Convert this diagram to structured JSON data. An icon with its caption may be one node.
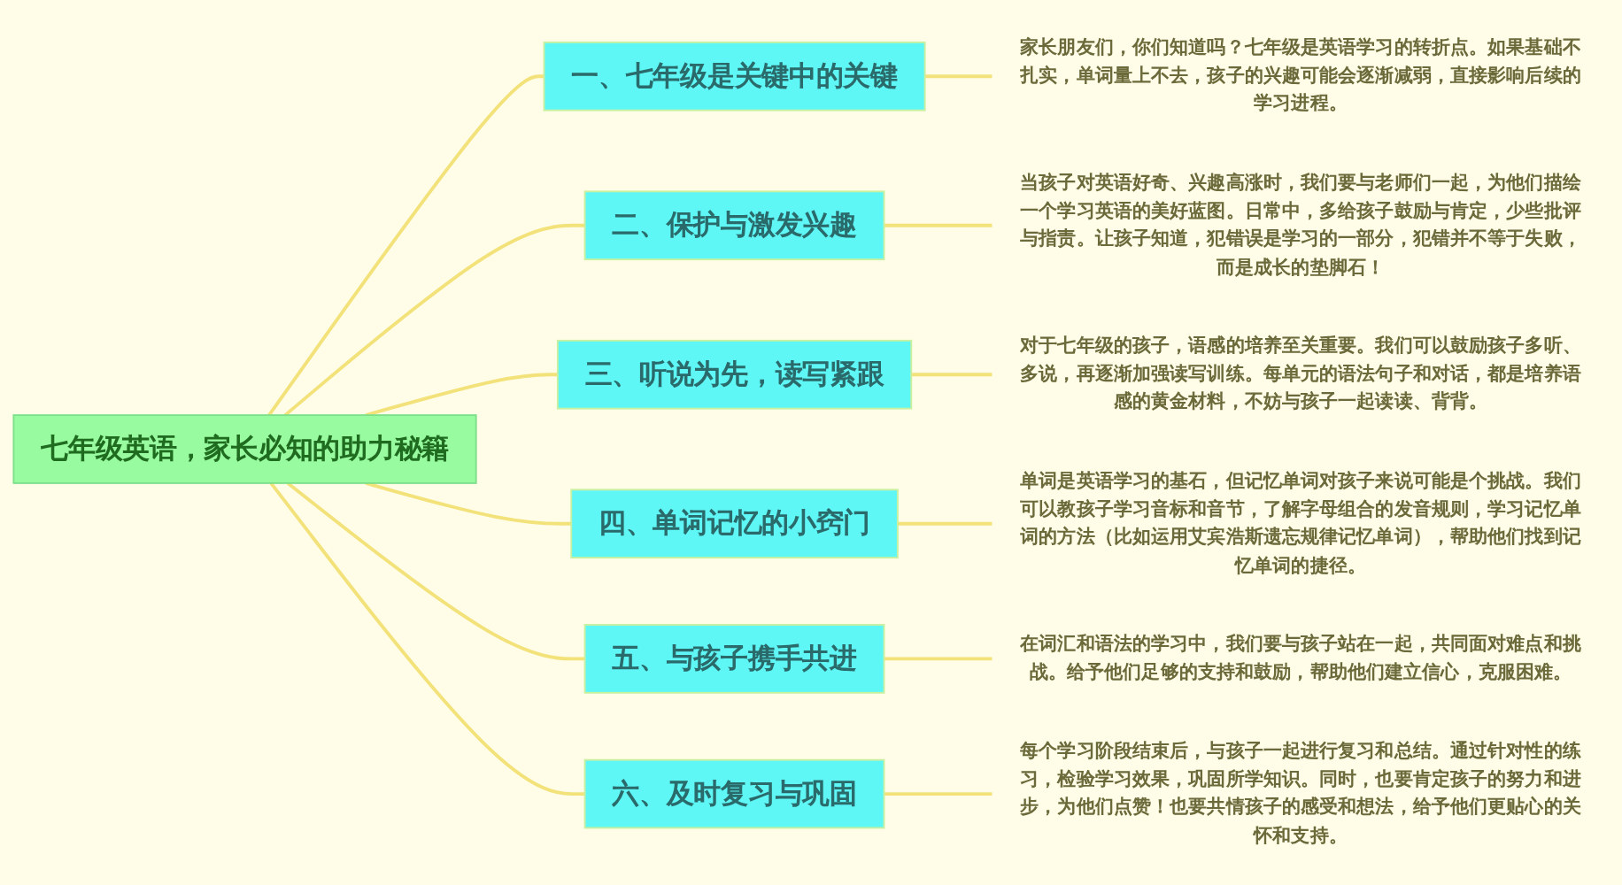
{
  "diagram": {
    "nodes": [
      {
        "text": [
          "七年级英语，家长必知的助力秘籍"
        ]
      },
      {
        "text": [
          "一、七年级是关键中的关键"
        ]
      },
      {
        "text": [
          "二、保护与激发兴趣"
        ]
      },
      {
        "text": [
          "三、听说为先，读写紧跟"
        ]
      },
      {
        "text": [
          "四、单词记忆的小窍门"
        ]
      },
      {
        "text": [
          "五、与孩子携手共进"
        ]
      },
      {
        "text": [
          "六、及时复习与巩固"
        ]
      },
      {
        "text": [
          "家长朋友们，你们知道吗？七年级是英语学习的转折点。如果基础不扎实，单词量上不去，孩子的兴趣可能会逐渐减弱，直接影响后续的学习进程。"
        ]
      },
      {
        "text": [
          "当孩子对英语好奇、兴趣高涨时，我们要与老师们一起，为他们描绘一个学习英语的美好蓝图。日常中，多给孩子鼓励与肯定，少些批评与指责。让孩子知道，犯错误是学习的一部分，犯错并不等于失败，而是成长的垫脚石！"
        ]
      },
      {
        "text": [
          "对于七年级的孩子，语感的培养至关重要。我们可以鼓励孩子多听、多说，再逐渐加强读写训练。每单元的语法句子和对话，都是培养语感的黄金材料，不妨与孩子一起读读、背背。"
        ]
      },
      {
        "text": [
          "单词是英语学习的基石，但记忆单词对孩子来说可能是个挑战。我们可以教孩子学习音标和音节，了解字母组合的发音规则，学习记忆单词的方法（比如运用艾宾浩斯遗忘规律记忆单词），帮助他们找到记忆单词的捷径。"
        ]
      },
      {
        "text": [
          "在词汇和语法的学习中，我们要与孩子站在一起，共同面对难点和挑战。给予他们足够的支持和鼓励，帮助他们建立信心，克服困难。"
        ]
      },
      {
        "text": [
          "每个学习阶段结束后，与孩子一起进行复习和总结。通过针对性的练习，检验学习效果，巩固所学知识。同时，也要肯定孩子的努力和进步，为他们点赞！也要共情孩子的感受和想法，给予他们更贴心的关怀和支持。"
        ]
      }
    ],
    "edges": [
      {
        "from": 0,
        "to": 1,
        "arrow": "none"
      },
      {
        "from": 0,
        "to": 2,
        "arrow": "none"
      },
      {
        "from": 0,
        "to": 3,
        "arrow": "none"
      },
      {
        "from": 0,
        "to": 4,
        "arrow": "none"
      },
      {
        "from": 0,
        "to": 5,
        "arrow": "none"
      },
      {
        "from": 0,
        "to": 6,
        "arrow": "none"
      },
      {
        "from": 1,
        "to": 7,
        "arrow": "none"
      },
      {
        "from": 2,
        "to": 8,
        "arrow": "none"
      },
      {
        "from": 3,
        "to": 9,
        "arrow": "none"
      },
      {
        "from": 4,
        "to": 10,
        "arrow": "none"
      },
      {
        "from": 5,
        "to": 11,
        "arrow": "none"
      },
      {
        "from": 6,
        "to": 12,
        "arrow": "none"
      }
    ]
  }
}
